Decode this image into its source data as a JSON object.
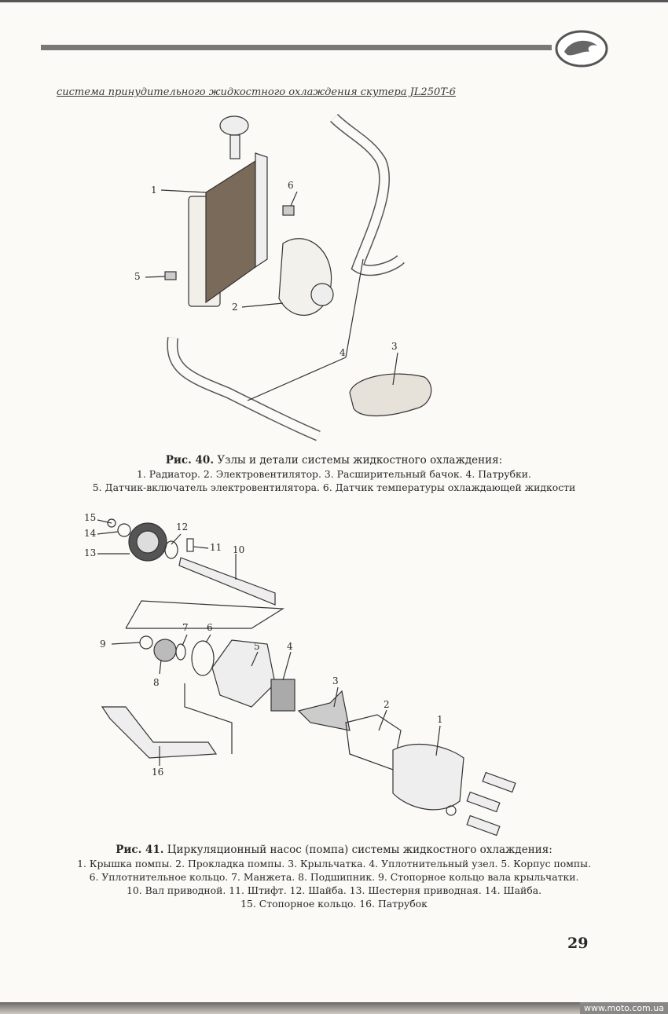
{
  "header": {
    "title": "система принудительного жидкостного охлаждения скутера JL250T-6"
  },
  "figure40": {
    "callouts": [
      "1",
      "6",
      "5",
      "2",
      "4",
      "3"
    ],
    "caption_label": "Рис. 40.",
    "caption_title": "Узлы и детали системы жидкостного охлаждения:",
    "caption_lines": [
      "1. Радиатор. 2. Электровентилятор. 3. Расширительный бачок. 4. Патрубки.",
      "5. Датчик-включатель электровентилятора. 6. Датчик температуры охлаждающей жидкости"
    ]
  },
  "figure41": {
    "callouts": [
      "15",
      "14",
      "13",
      "12",
      "11",
      "10",
      "9",
      "7",
      "6",
      "8",
      "5",
      "4",
      "3",
      "2",
      "1",
      "16"
    ],
    "caption_label": "Рис. 41.",
    "caption_title": "Циркуляционный насос (помпа) системы жидкостного охлаждения:",
    "caption_lines": [
      "1. Крышка помпы. 2. Прокладка помпы. 3. Крыльчатка. 4. Уплотнительный узел. 5. Корпус помпы.",
      "6. Уплотнительное кольцо. 7. Манжета. 8. Подшипник. 9. Стопорное кольцо вала крыльчатки.",
      "10. Вал приводной. 11. Штифт. 12. Шайба. 13. Шестерня приводная. 14. Шайба.",
      "15. Стопорное кольцо. 16. Патрубок"
    ]
  },
  "page_number": "29",
  "watermark": "www.moto.com.ua"
}
